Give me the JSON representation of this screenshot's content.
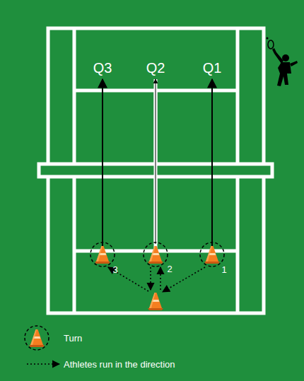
{
  "diagram": {
    "labels": [
      "Q3",
      "Q2",
      "Q1",
      "3",
      "2",
      "1"
    ],
    "legend": [
      {
        "text": "Turn"
      },
      {
        "text": "Athletes run in the direction"
      }
    ]
  }
}
